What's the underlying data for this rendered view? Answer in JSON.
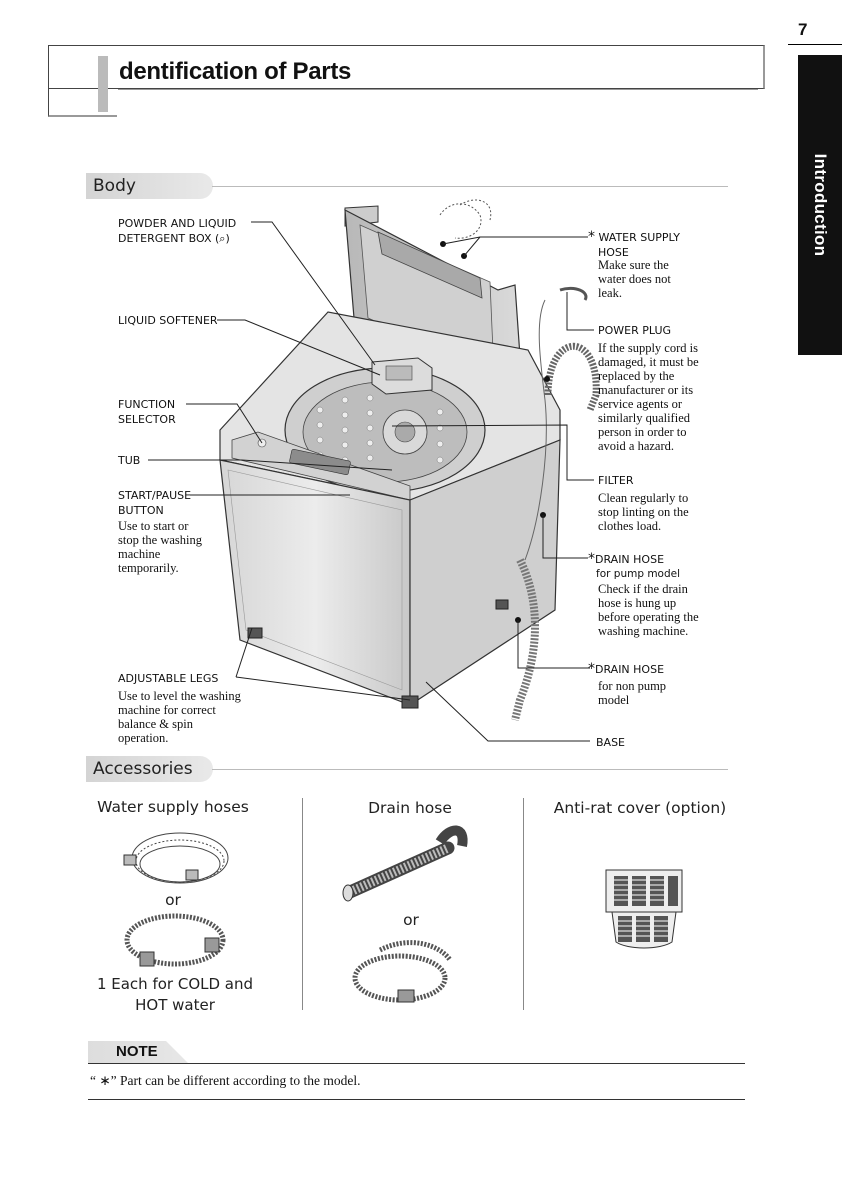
{
  "page": {
    "number": "7",
    "side_tab": "Introduction",
    "title": "dentification of Parts"
  },
  "body_section": {
    "heading": "Body",
    "left_labels": [
      {
        "lines": [
          "POWDER AND LIQUID",
          "DETERGENT BOX    (⌕)"
        ],
        "desc": []
      },
      {
        "lines": [
          "LIQUID SOFTENER"
        ],
        "desc": []
      },
      {
        "lines": [
          "FUNCTION",
          "SELECTOR"
        ],
        "desc": []
      },
      {
        "lines": [
          "TUB"
        ],
        "desc": []
      },
      {
        "lines": [
          "START/PAUSE",
          "BUTTON"
        ],
        "desc": [
          "Use to start or",
          "stop the washing",
          "machine",
          "temporarily."
        ]
      },
      {
        "lines": [
          "ADJUSTABLE LEGS"
        ],
        "desc": [
          "Use to level the washing",
          "machine for correct",
          "balance & spin",
          "operation."
        ]
      }
    ],
    "right_labels": [
      {
        "star": "*",
        "lines": [
          "WATER SUPPLY",
          "HOSE"
        ],
        "sub": "",
        "desc": [
          "Make sure the",
          "water does not",
          "leak."
        ]
      },
      {
        "star": "",
        "lines": [
          "POWER PLUG"
        ],
        "sub": "",
        "desc": [
          "If the supply cord is",
          "damaged, it must be",
          "replaced by the",
          "manufacturer or its",
          "service agents or",
          "similarly qualified",
          "person in order to",
          "avoid a hazard."
        ]
      },
      {
        "star": "",
        "lines": [
          "FILTER"
        ],
        "sub": "",
        "desc": [
          "Clean regularly to",
          "stop linting on the",
          "clothes load."
        ]
      },
      {
        "star": "*",
        "lines": [
          "DRAIN HOSE"
        ],
        "sub": "for pump model",
        "desc": [
          "Check if the drain",
          "hose is hung up",
          "before operating the",
          "washing machine."
        ]
      },
      {
        "star": "*",
        "lines": [
          "DRAIN HOSE"
        ],
        "sub": "",
        "desc": [
          "for non pump",
          "model"
        ]
      },
      {
        "star": "",
        "lines": [
          "BASE"
        ],
        "sub": "",
        "desc": []
      }
    ]
  },
  "accessories": {
    "heading": "Accessories",
    "columns": [
      {
        "title": "Water supply hoses",
        "or": "or",
        "caption": [
          "1 Each for COLD and",
          "HOT water"
        ]
      },
      {
        "title": "Drain hose",
        "or": "or",
        "caption": []
      },
      {
        "title": "Anti-rat cover (option)",
        "or": "",
        "caption": []
      }
    ]
  },
  "note": {
    "label": "NOTE",
    "text": "“ ∗” Part can be different according to the model."
  }
}
